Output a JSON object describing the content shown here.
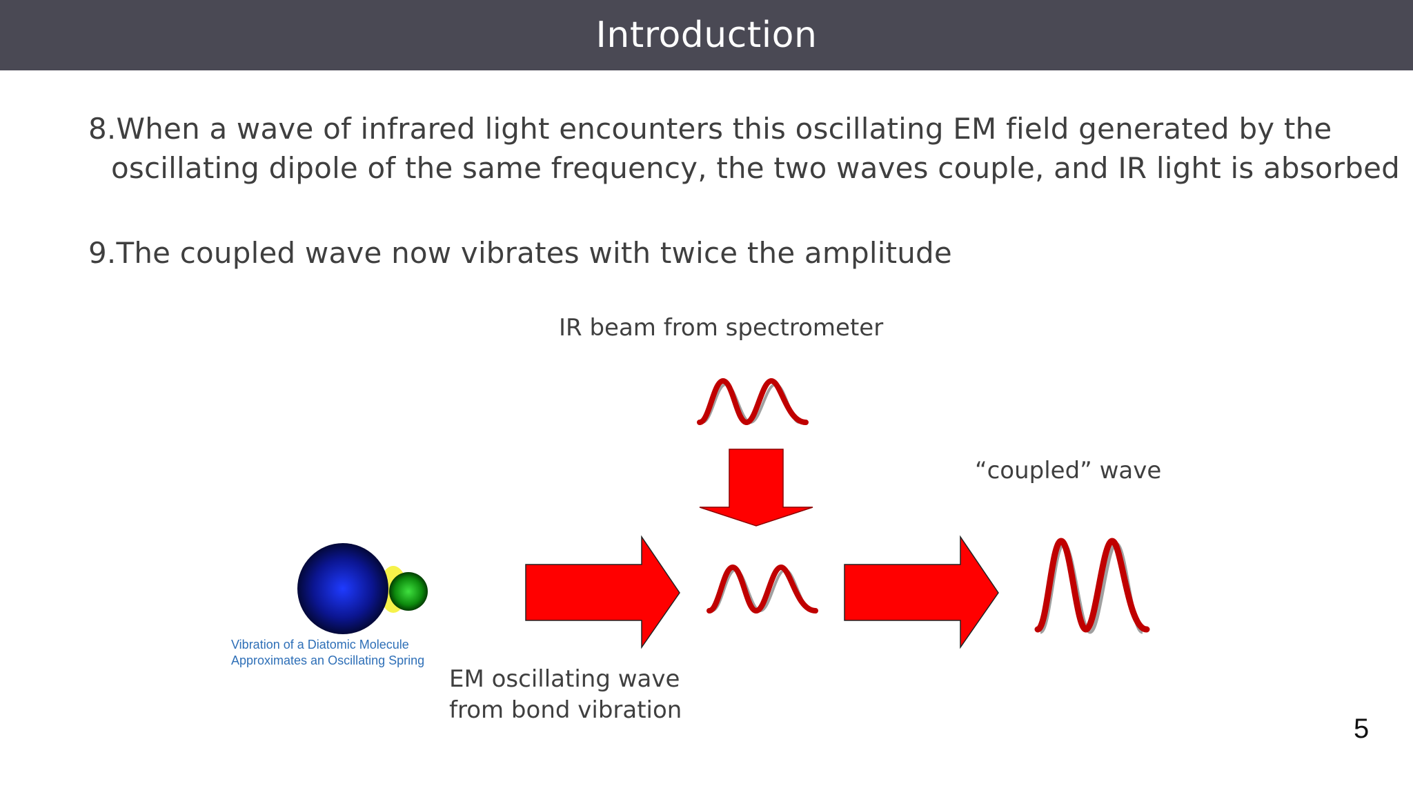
{
  "slide": {
    "title": "Introduction",
    "page_number": "5"
  },
  "bullets": [
    {
      "number": "8.",
      "line1": "When a wave of infrared light encounters this oscillating EM field generated by the",
      "line2": "oscillating dipole of the same frequency, the two waves couple, and IR light is absorbed"
    },
    {
      "number": "9.",
      "line1": "The coupled wave now vibrates with twice the amplitude"
    }
  ],
  "diagram": {
    "ir_beam_label": "IR beam from spectrometer",
    "coupled_label": "“coupled” wave",
    "em_label_line1": "EM oscillating wave",
    "em_label_line2": "from bond vibration",
    "molecule_caption_line1": "Vibration of a Diatomic Molecule",
    "molecule_caption_line2": "Approximates an Oscillating Spring",
    "colors": {
      "arrow": "#ff0000",
      "wave": "#c00000",
      "wave_shadow": "#a0a0a0",
      "large_atom": "#0a1aa8",
      "small_atom": "#1aa81a",
      "title_bar": "#4a4954"
    }
  }
}
